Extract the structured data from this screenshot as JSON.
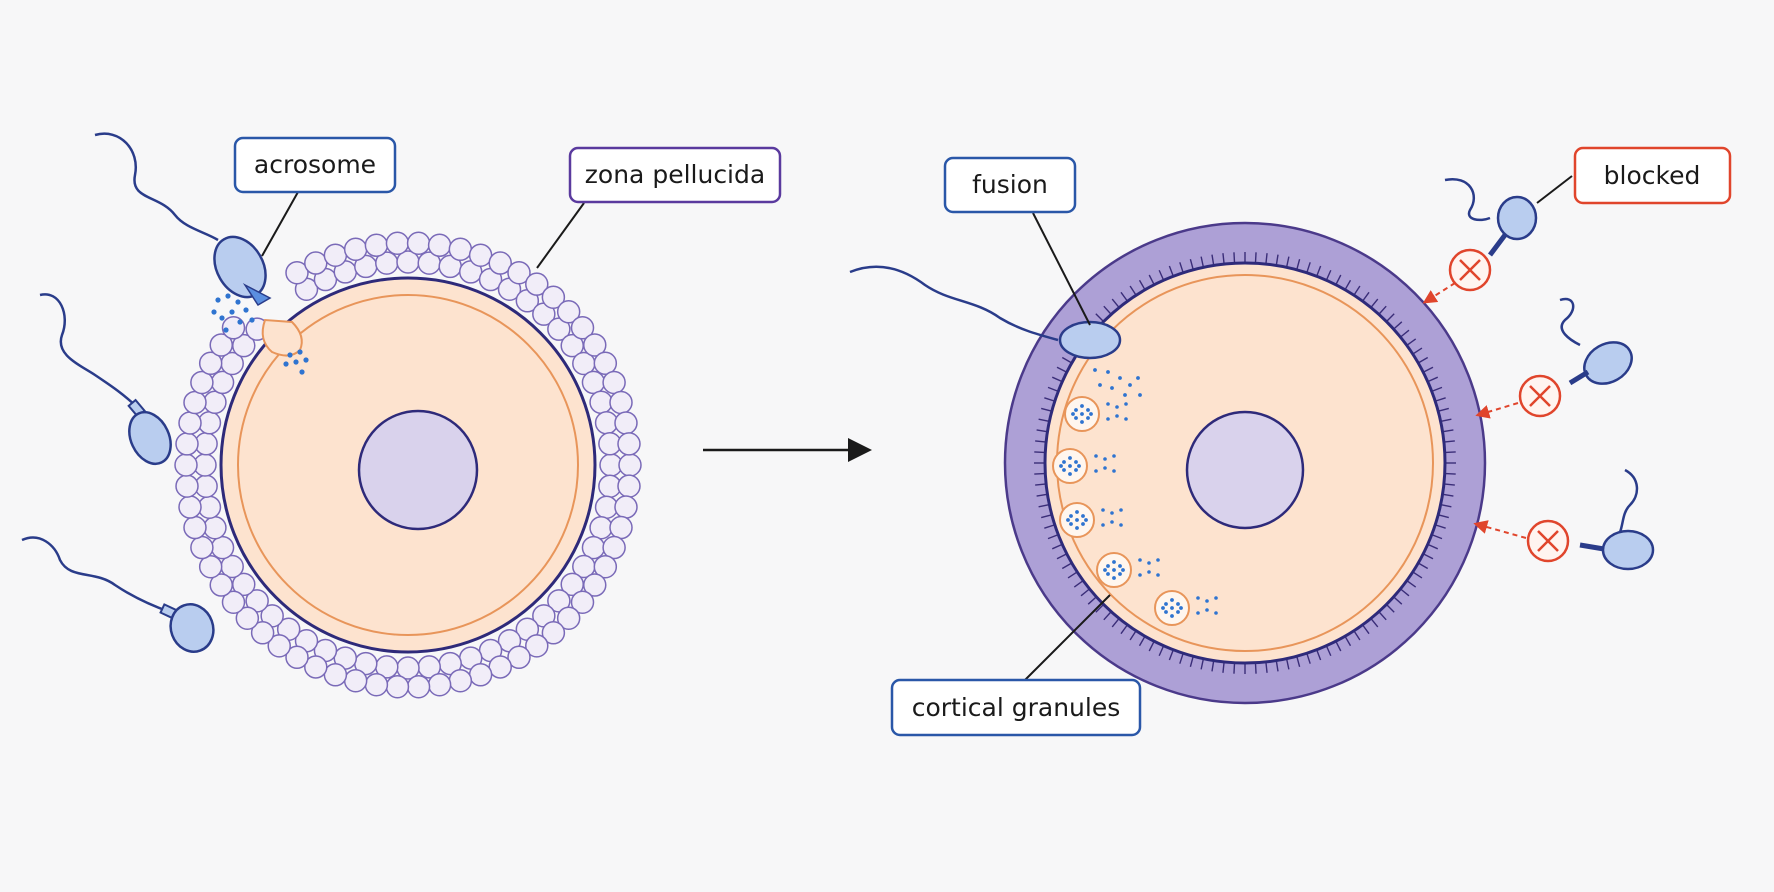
{
  "labels": {
    "acrosome": "acrosome",
    "zona_pellucida": "zona pellucida",
    "fusion": "fusion",
    "blocked": "blocked",
    "cortical_granules": "cortical granules"
  },
  "colors": {
    "background": "#f7f7f8",
    "cytoplasm": "#fde3cf",
    "membrane_orange": "#e8955a",
    "nucleus_fill": "#d9d2ec",
    "nucleus_stroke": "#2e2a7a",
    "zona_fill": "#ada0d6",
    "sperm_fill": "#b9cdef",
    "sperm_stroke": "#2a3c8a",
    "dots_blue": "#2f74d0",
    "blocked_red": "#e0452c",
    "box_blue": "#2a57a8",
    "box_purple": "#5a3a9e",
    "box_red": "#e0452c"
  },
  "icons": {
    "arrow": "right-arrow-icon",
    "blocked_marker": "circled-x-icon"
  }
}
